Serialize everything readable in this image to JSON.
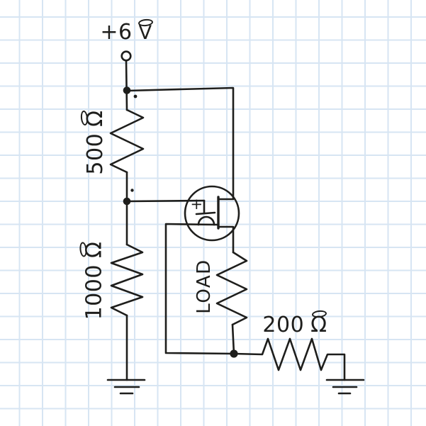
{
  "colors": {
    "ink": "#1e1e1c",
    "grid_line": "#d7e5f3",
    "paper": "#ffffff"
  },
  "supply": {
    "value": "+6",
    "unit": "V"
  },
  "resistors": {
    "r1": {
      "value": "500",
      "unit": "Ω"
    },
    "r2": {
      "value": "1000",
      "unit": "Ω"
    },
    "r3": {
      "value": "200",
      "unit": "Ω"
    }
  },
  "load": {
    "label": "LOAD"
  },
  "components": {
    "transistor": {
      "symbol": "mosfet-in-circle",
      "gate_marking": "+"
    },
    "power_terminal": "open-circle-terminal",
    "grounds": [
      "earth-ground-left",
      "earth-ground-right"
    ]
  }
}
